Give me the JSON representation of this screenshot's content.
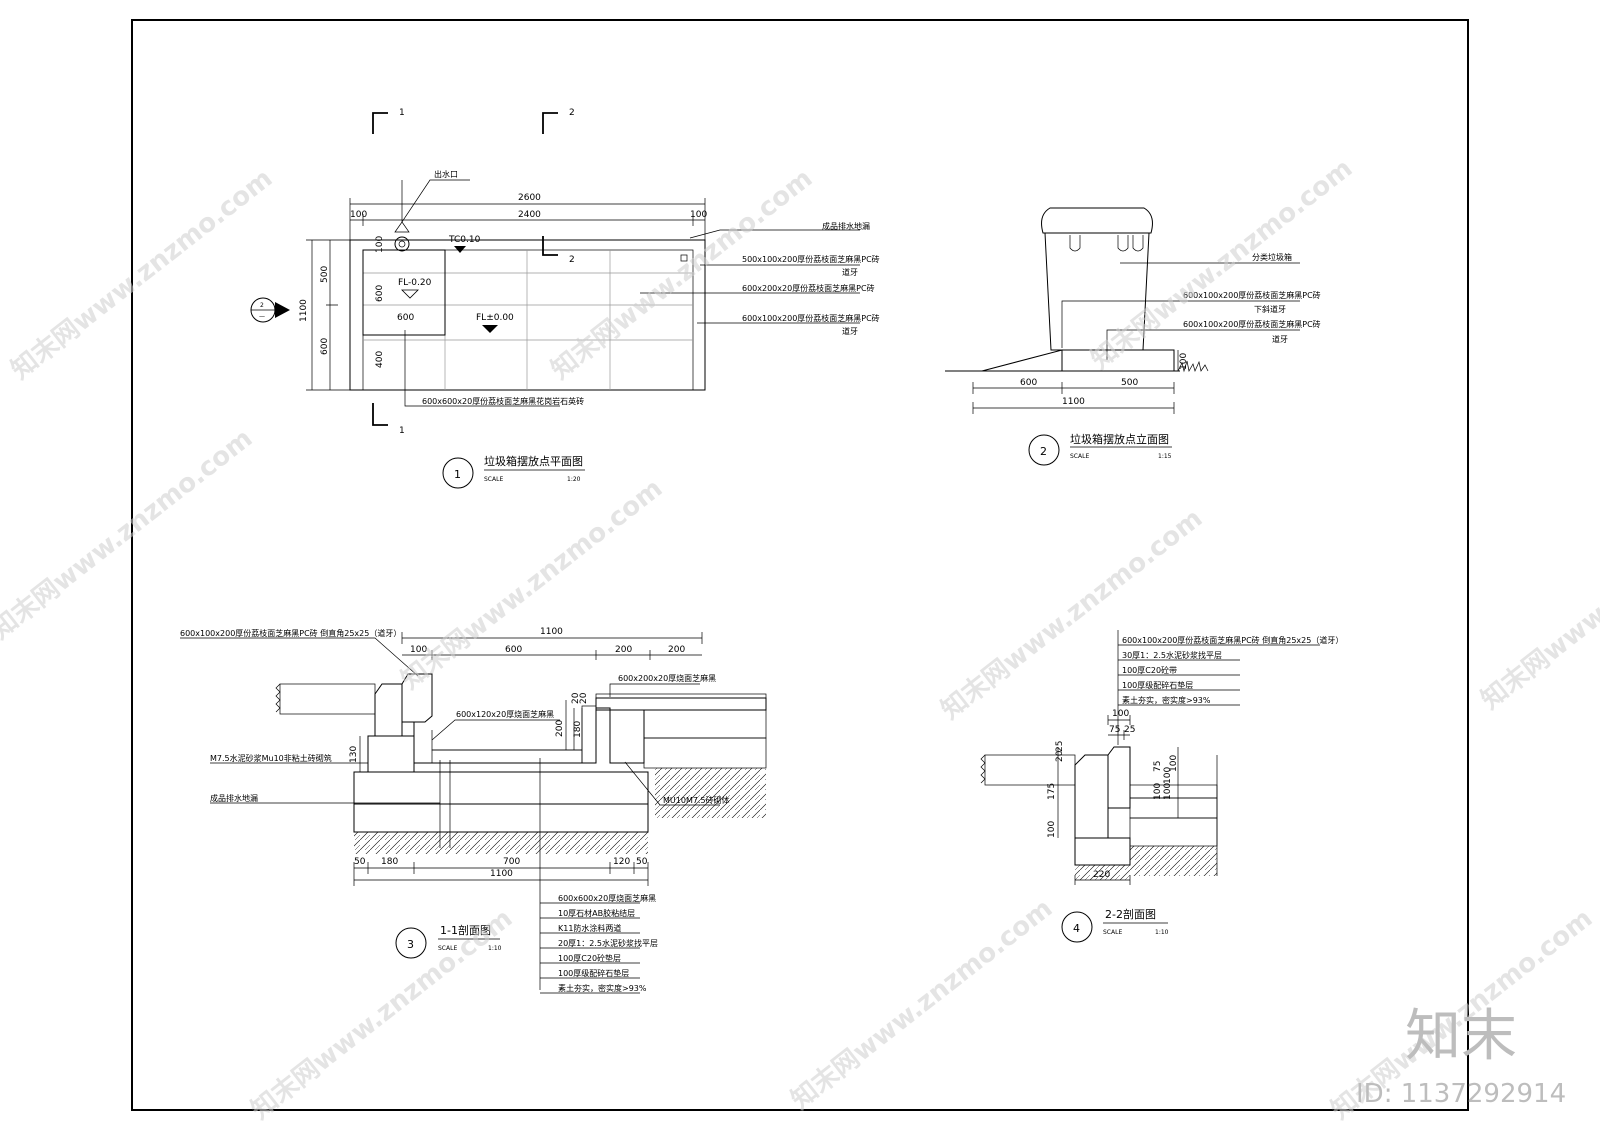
{
  "watermark": {
    "text": "知末网www.znzmo.com",
    "brand": "知末",
    "id": "ID: 1137292914"
  },
  "section_markers": {
    "m1": "1",
    "m2": "2"
  },
  "plan": {
    "title": "垃圾箱摆放点平面图",
    "number": "1",
    "scale_label": "SCALE",
    "scale": "1:20",
    "outlet": "出水口",
    "dims": {
      "total": "2600",
      "inner": "2400",
      "left": "100",
      "right": "100",
      "h_total": "1100",
      "h_top": "500",
      "h_bot": "600",
      "sq600": "600",
      "sq600b": "600",
      "d100": "100",
      "d400": "400"
    },
    "levels": {
      "tc": "TC0.10",
      "fl1": "FL-0.20",
      "fl2": "FL±0.00"
    },
    "callouts": [
      "成品排水地漏",
      "500x100x200厚份荔枝面芝麻黑PC砖",
      "道牙",
      "600x200x20厚份荔枝面芝麻黑PC砖",
      "600x100x200厚份荔枝面芝麻黑PC砖",
      "道牙",
      "600x600x20厚份荔枝面芝麻黑花岗岩石英砖"
    ],
    "view_marker": "2",
    "view_marker_sub": "—"
  },
  "elevation": {
    "title": "垃圾箱摆放点立面图",
    "number": "2",
    "scale_label": "SCALE",
    "scale": "1:15",
    "callouts": [
      "分类垃圾箱",
      "600x100x200厚份荔枝面芝麻黑PC砖",
      "下斜道牙",
      "600x100x200厚份荔枝面芝麻黑PC砖",
      "道牙"
    ],
    "dims": {
      "d600": "600",
      "d500": "500",
      "d1100": "1100",
      "d100": "100"
    }
  },
  "section11": {
    "title": "1-1剖面图",
    "number": "3",
    "scale_label": "SCALE",
    "scale": "1:10",
    "top_dims": {
      "total": "1100",
      "a": "100",
      "b": "600",
      "c": "200",
      "d": "200"
    },
    "bottom_dims": {
      "a": "50",
      "b": "180",
      "c": "700",
      "d": "120",
      "e": "50",
      "total": "1100"
    },
    "side_dims": {
      "d130": "130",
      "d200": "200",
      "d180": "180",
      "d20a": "20",
      "d20b": "20"
    },
    "callouts": [
      "600x100x200厚份荔枝面芝麻黑PC砖  倒直角25x25（道牙）",
      "600x200x20厚烧面芝麻黑",
      "600x120x20厚烧面芝麻黑",
      "M7.5水泥砂浆Mu10非粘土砖砌筑",
      "成品排水地漏",
      "MU10M7.5砖砌体"
    ],
    "layers": [
      "600x600x20厚烧面芝麻黑",
      "10厚石材AB胶粘结层",
      "K11防水涂料两道",
      "20厚1：2.5水泥砂浆找平层",
      "100厚C20砼垫层",
      "100厚级配碎石垫层",
      "素土夯实，密实度>93%"
    ]
  },
  "section22": {
    "title": "2-2剖面图",
    "number": "4",
    "scale_label": "SCALE",
    "scale": "1:10",
    "layers": [
      "600x100x200厚份荔枝面芝麻黑PC砖  倒直角25x25（道牙）",
      "30厚1：2.5水泥砂浆找平层",
      "100厚C20砼带",
      "100厚级配碎石垫层",
      "素土夯实，密实度>93%"
    ],
    "dims": {
      "d100": "100",
      "d75a": "75",
      "d25": "25",
      "d20": "20",
      "d25b": "25",
      "d75b": "75",
      "d100b": "100",
      "d175": "175",
      "d100c": "100",
      "d220": "220",
      "d100d": "100",
      "d100e": "100",
      "d100f": "100"
    }
  }
}
